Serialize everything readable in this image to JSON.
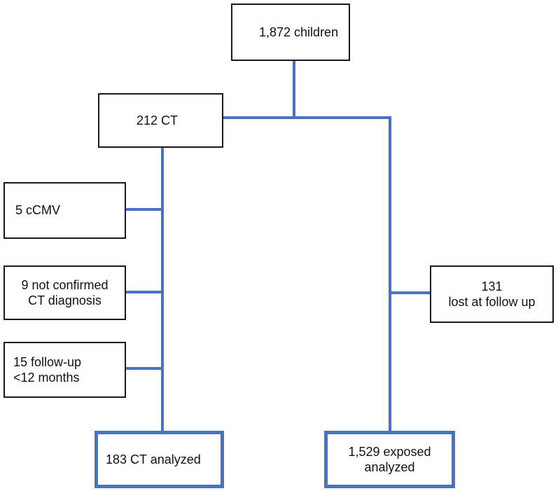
{
  "boxes": {
    "children": {
      "label": "1,872 children"
    },
    "ct": {
      "label": "212 CT"
    },
    "ccmv": {
      "label": "5 cCMV"
    },
    "not_confirmed": {
      "line1": "9 not confirmed",
      "line2": "CT diagnosis"
    },
    "followup": {
      "line1": "15 follow-up",
      "line2": "<12 months"
    },
    "ct_analyzed": {
      "label": "183 CT analyzed"
    },
    "lost": {
      "line1": "131",
      "line2": "lost at follow up"
    },
    "exposed": {
      "line1": "1,529 exposed",
      "line2": "analyzed"
    }
  },
  "colors": {
    "connector": "#4a72c2",
    "box_border": "#1a1a1a",
    "highlight_border": "#4a72c2"
  }
}
